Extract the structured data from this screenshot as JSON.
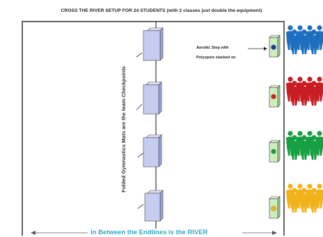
{
  "title": "CROSS THE RIVER SETUP FOR 24 STUDENTS (with 2 classes just double the equipment)",
  "mats_label": "Folded Gymnastics Mats are the team Checkpoints",
  "step_note": {
    "line1": "Aerobic Step with",
    "line2": "Polyspots stacked on"
  },
  "river_label": "In Between the Endlines is the RIVER",
  "mat_count": 4,
  "teams": [
    {
      "name": "blue",
      "color": "#1f6fc0",
      "spot": "#1e3a9a"
    },
    {
      "name": "red",
      "color": "#c81d22",
      "spot": "#c0281f"
    },
    {
      "name": "green",
      "color": "#16a043",
      "spot": "#1f9a3a"
    },
    {
      "name": "yellow",
      "color": "#f2b21b",
      "spot": "#e6b52a"
    }
  ],
  "colors": {
    "mat_face": "#c5cdf1",
    "mat_side": "#9aa4d6",
    "step_face": "#cdeebf",
    "river_text": "#31a8c9"
  }
}
